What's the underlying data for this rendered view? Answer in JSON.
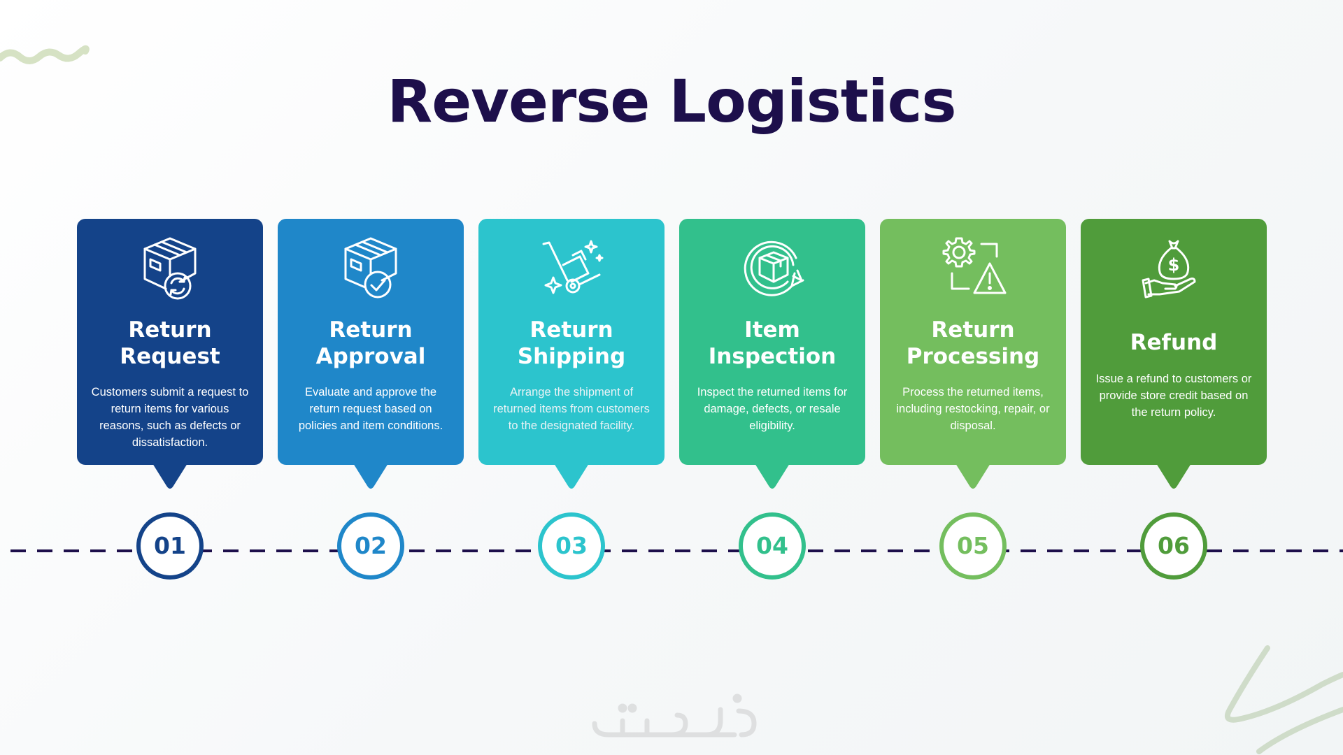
{
  "title": "Reverse Logistics",
  "steps": [
    {
      "number": "01",
      "title_line1": "Return",
      "title_line2": "Request",
      "description": "Customers submit a request to return items for various reasons, such as defects or dissatisfaction.",
      "icon": "box-return-icon",
      "color": "#144389"
    },
    {
      "number": "02",
      "title_line1": "Return",
      "title_line2": "Approval",
      "description": "Evaluate and approve the return request based on policies and item conditions.",
      "icon": "box-check-icon",
      "color": "#1f87c9"
    },
    {
      "number": "03",
      "title_line1": "Return",
      "title_line2": "Shipping",
      "description": "Arrange the shipment of returned items from customers to the designated facility.",
      "icon": "hand-truck-icon",
      "color": "#2cc4cd"
    },
    {
      "number": "04",
      "title_line1": "Item",
      "title_line2": "Inspection",
      "description": "Inspect the returned items for damage, defects, or resale eligibility.",
      "icon": "box-cycle-icon",
      "color": "#32c08c"
    },
    {
      "number": "05",
      "title_line1": "Return",
      "title_line2": "Processing",
      "description": "Process the returned items, including restocking, repair, or disposal.",
      "icon": "gear-warning-icon",
      "color": "#74be5e"
    },
    {
      "number": "06",
      "title_line1": "Refund",
      "title_line2": "",
      "description": "Issue a refund to customers or provide store credit based on the return policy.",
      "icon": "money-bag-hand-icon",
      "color": "#509c3b"
    }
  ]
}
